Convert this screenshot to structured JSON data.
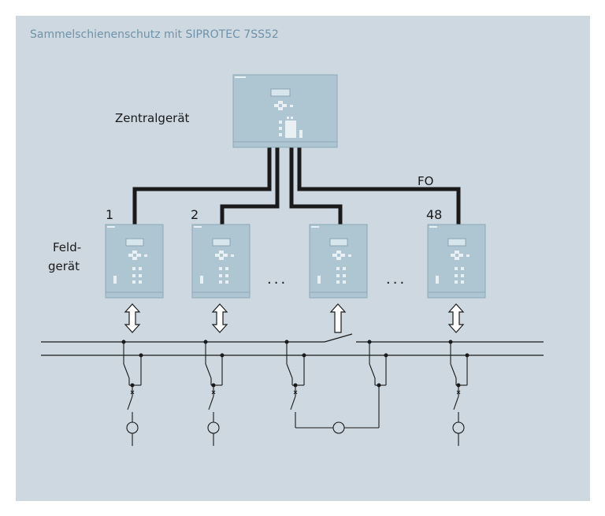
{
  "title": "Sammelschienenschutz mit SIPROTEC 7SS52",
  "central_label": "Zentralgerät",
  "fo_label": "FO",
  "field_label_line1": "Feld-",
  "field_label_line2": "gerät",
  "field_numbers": [
    "1",
    "2",
    "48"
  ],
  "ellipsis": "...",
  "colors": {
    "panel_background": "#cdd8e1",
    "title": "#6f93a8",
    "device_body": "#aec5d2",
    "device_screen": "#d7e5ec",
    "fiber_line": "#1a1a1a"
  },
  "icons": [
    "double-arrow-icon",
    "up-arrow-icon",
    "disconnector-icon",
    "current-transformer-icon",
    "circuit-breaker-icon"
  ]
}
